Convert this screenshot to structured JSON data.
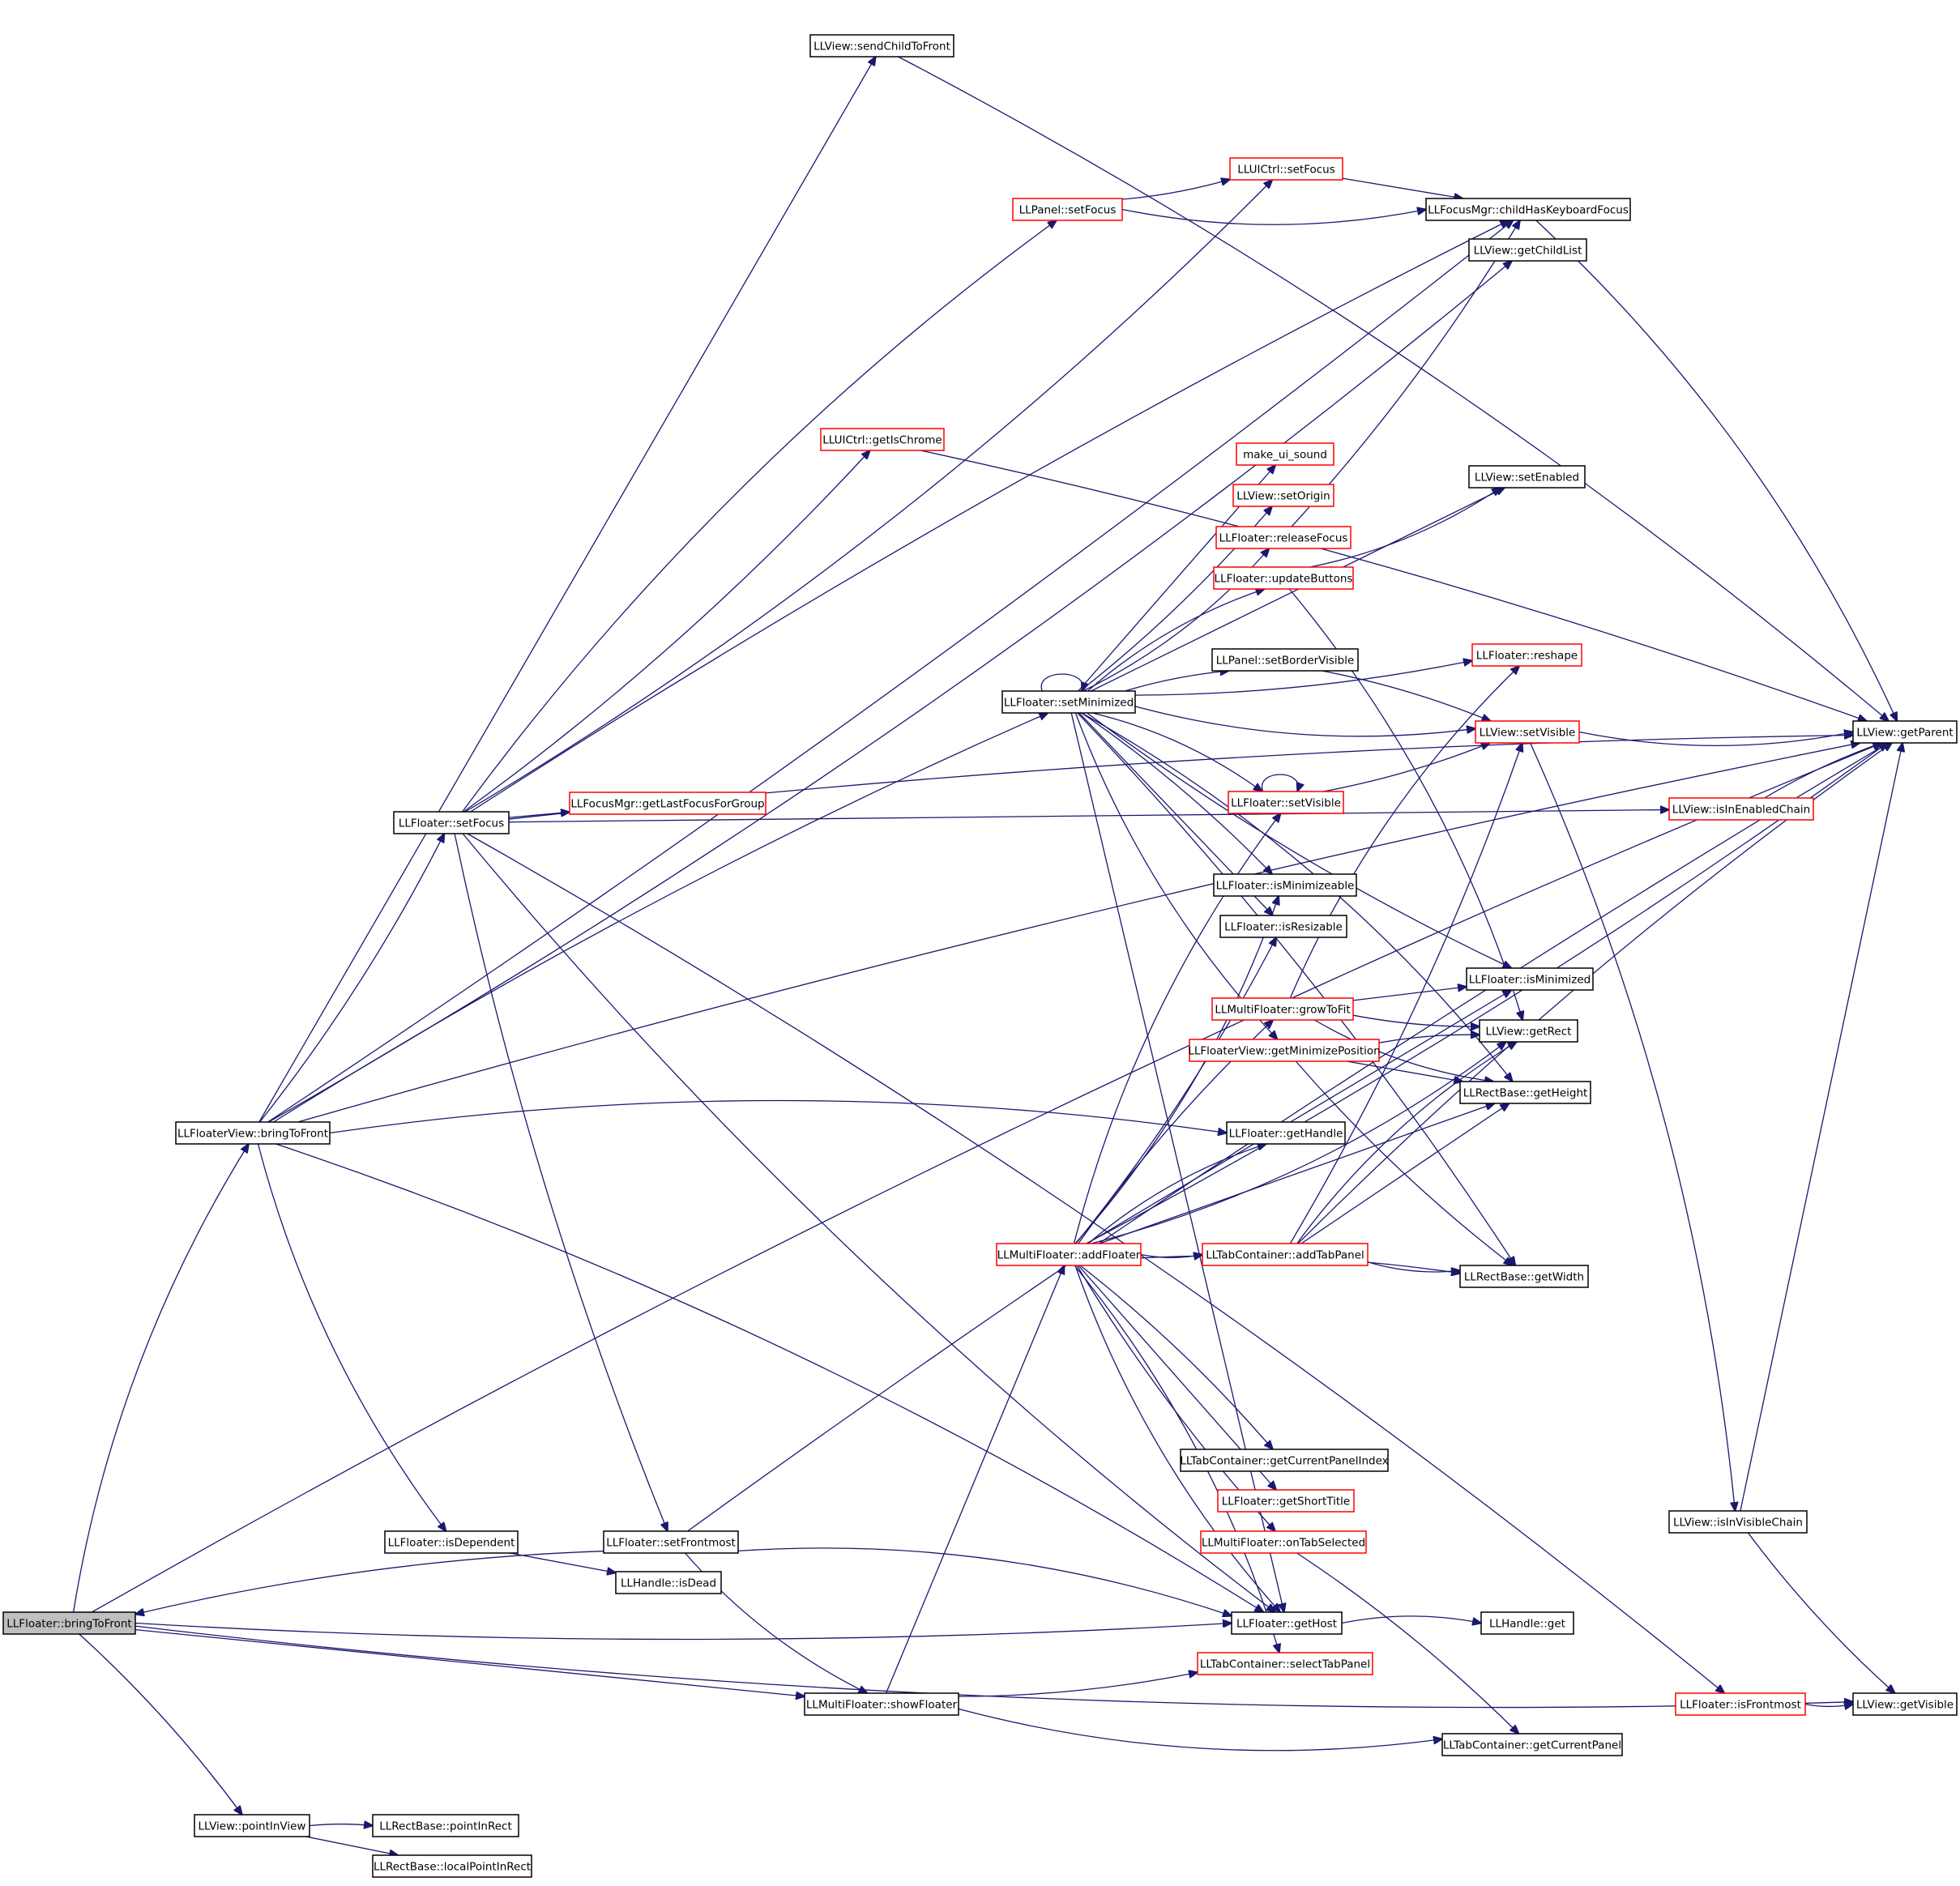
{
  "diagram": {
    "type": "call-graph",
    "colors": {
      "edge": "#191970",
      "box_default": "#000000",
      "box_red": "#ff0000",
      "box_root_fill": "#bfbfbf",
      "background": "#ffffff"
    },
    "nodes": [
      {
        "id": "root",
        "label": "LLFloater::bringToFront",
        "color": "root"
      },
      {
        "id": "fv_bring",
        "label": "LLFloaterView::bringToFront",
        "color": "black"
      },
      {
        "id": "pointInView",
        "label": "LLView::pointInView",
        "color": "black"
      },
      {
        "id": "pointInRect",
        "label": "LLRectBase::pointInRect",
        "color": "black"
      },
      {
        "id": "localPointInRect",
        "label": "LLRectBase::localPointInRect",
        "color": "black"
      },
      {
        "id": "setFocus",
        "label": "LLFloater::setFocus",
        "color": "black"
      },
      {
        "id": "isDependent",
        "label": "LLFloater::isDependent",
        "color": "black"
      },
      {
        "id": "setFrontmost",
        "label": "LLFloater::setFrontmost",
        "color": "black"
      },
      {
        "id": "handle_isDead",
        "label": "LLHandle::isDead",
        "color": "black"
      },
      {
        "id": "showFloater",
        "label": "LLMultiFloater::showFloater",
        "color": "black"
      },
      {
        "id": "sendChildToFront",
        "label": "LLView::sendChildToFront",
        "color": "black"
      },
      {
        "id": "getIsChrome",
        "label": "LLUICtrl::getIsChrome",
        "color": "red"
      },
      {
        "id": "getLastFocusForGroup",
        "label": "LLFocusMgr::getLastFocusForGroup",
        "color": "red"
      },
      {
        "id": "uictrl_setFocus",
        "label": "LLUICtrl::setFocus",
        "color": "red"
      },
      {
        "id": "panel_setFocus",
        "label": "LLPanel::setFocus",
        "color": "red"
      },
      {
        "id": "setMinimized",
        "label": "LLFloater::setMinimized",
        "color": "black"
      },
      {
        "id": "addFloater",
        "label": "LLMultiFloater::addFloater",
        "color": "red"
      },
      {
        "id": "make_ui_sound",
        "label": "make_ui_sound",
        "color": "red"
      },
      {
        "id": "setOrigin",
        "label": "LLView::setOrigin",
        "color": "red"
      },
      {
        "id": "releaseFocus",
        "label": "LLFloater::releaseFocus",
        "color": "red"
      },
      {
        "id": "updateButtons",
        "label": "LLFloater::updateButtons",
        "color": "red"
      },
      {
        "id": "setBorderVisible",
        "label": "LLPanel::setBorderVisible",
        "color": "black"
      },
      {
        "id": "fl_setVisible",
        "label": "LLFloater::setVisible",
        "color": "red"
      },
      {
        "id": "isMinimizeable",
        "label": "LLFloater::isMinimizeable",
        "color": "black"
      },
      {
        "id": "isResizable",
        "label": "LLFloater::isResizable",
        "color": "black"
      },
      {
        "id": "growToFit",
        "label": "LLMultiFloater::growToFit",
        "color": "red"
      },
      {
        "id": "getMinimizePosition",
        "label": "LLFloaterView::getMinimizePosition",
        "color": "red"
      },
      {
        "id": "getHandle",
        "label": "LLFloater::getHandle",
        "color": "black"
      },
      {
        "id": "addTabPanel",
        "label": "LLTabContainer::addTabPanel",
        "color": "red"
      },
      {
        "id": "getCurrentPanelIndex",
        "label": "LLTabContainer::getCurrentPanelIndex",
        "color": "black"
      },
      {
        "id": "getShortTitle",
        "label": "LLFloater::getShortTitle",
        "color": "red"
      },
      {
        "id": "onTabSelected",
        "label": "LLMultiFloater::onTabSelected",
        "color": "red"
      },
      {
        "id": "getHost",
        "label": "LLFloater::getHost",
        "color": "black"
      },
      {
        "id": "selectTabPanel",
        "label": "LLTabContainer::selectTabPanel",
        "color": "red"
      },
      {
        "id": "childHasKeyboardFocus",
        "label": "LLFocusMgr::childHasKeyboardFocus",
        "color": "black"
      },
      {
        "id": "getChildList",
        "label": "LLView::getChildList",
        "color": "black"
      },
      {
        "id": "setEnabled",
        "label": "LLView::setEnabled",
        "color": "black"
      },
      {
        "id": "reshape",
        "label": "LLFloater::reshape",
        "color": "red"
      },
      {
        "id": "view_setVisible",
        "label": "LLView::setVisible",
        "color": "red"
      },
      {
        "id": "isInEnabledChain",
        "label": "LLView::isInEnabledChain",
        "color": "red"
      },
      {
        "id": "isMinimized",
        "label": "LLFloater::isMinimized",
        "color": "black"
      },
      {
        "id": "getRect",
        "label": "LLView::getRect",
        "color": "black"
      },
      {
        "id": "getHeight",
        "label": "LLRectBase::getHeight",
        "color": "black"
      },
      {
        "id": "getWidth",
        "label": "LLRectBase::getWidth",
        "color": "black"
      },
      {
        "id": "isInVisibleChain",
        "label": "LLView::isInVisibleChain",
        "color": "black"
      },
      {
        "id": "handle_get",
        "label": "LLHandle::get",
        "color": "black"
      },
      {
        "id": "isFrontmost",
        "label": "LLFloater::isFrontmost",
        "color": "red"
      },
      {
        "id": "getVisible",
        "label": "LLView::getVisible",
        "color": "black"
      },
      {
        "id": "getCurrentPanel",
        "label": "LLTabContainer::getCurrentPanel",
        "color": "black"
      },
      {
        "id": "getParent",
        "label": "LLView::getParent",
        "color": "black"
      }
    ],
    "edges": [
      [
        "root",
        "fv_bring"
      ],
      [
        "root",
        "pointInView"
      ],
      [
        "root",
        "showFloater"
      ],
      [
        "root",
        "getHost"
      ],
      [
        "root",
        "getVisible"
      ],
      [
        "root",
        "getParent"
      ],
      [
        "pointInView",
        "pointInRect"
      ],
      [
        "pointInView",
        "localPointInRect"
      ],
      [
        "fv_bring",
        "setFocus"
      ],
      [
        "fv_bring",
        "isDependent"
      ],
      [
        "fv_bring",
        "getHost"
      ],
      [
        "fv_bring",
        "setMinimized"
      ],
      [
        "fv_bring",
        "sendChildToFront"
      ],
      [
        "fv_bring",
        "childHasKeyboardFocus"
      ],
      [
        "fv_bring",
        "getChildList"
      ],
      [
        "fv_bring",
        "getHandle"
      ],
      [
        "fv_bring",
        "getParent"
      ],
      [
        "setFocus",
        "getLastFocusForGroup"
      ],
      [
        "setFocus",
        "getIsChrome"
      ],
      [
        "setFocus",
        "uictrl_setFocus"
      ],
      [
        "setFocus",
        "panel_setFocus"
      ],
      [
        "setFocus",
        "childHasKeyboardFocus"
      ],
      [
        "setFocus",
        "isInEnabledChain"
      ],
      [
        "setFocus",
        "setFrontmost"
      ],
      [
        "setFocus",
        "getHost"
      ],
      [
        "setFocus",
        "isFrontmost"
      ],
      [
        "setFocus",
        "getParent"
      ],
      [
        "isDependent",
        "handle_isDead"
      ],
      [
        "setFrontmost",
        "root"
      ],
      [
        "setFrontmost",
        "showFloater"
      ],
      [
        "setFrontmost",
        "getHost"
      ],
      [
        "setFrontmost",
        "getParent"
      ],
      [
        "showFloater",
        "addFloater"
      ],
      [
        "showFloater",
        "selectTabPanel"
      ],
      [
        "showFloater",
        "getCurrentPanel"
      ],
      [
        "sendChildToFront",
        "getParent"
      ],
      [
        "getIsChrome",
        "getParent"
      ],
      [
        "uictrl_setFocus",
        "childHasKeyboardFocus"
      ],
      [
        "panel_setFocus",
        "uictrl_setFocus"
      ],
      [
        "panel_setFocus",
        "childHasKeyboardFocus"
      ],
      [
        "childHasKeyboardFocus",
        "getParent"
      ],
      [
        "setMinimized",
        "setMinimized"
      ],
      [
        "setMinimized",
        "make_ui_sound"
      ],
      [
        "setMinimized",
        "setOrigin"
      ],
      [
        "setMinimized",
        "releaseFocus"
      ],
      [
        "setMinimized",
        "updateButtons"
      ],
      [
        "setMinimized",
        "setBorderVisible"
      ],
      [
        "setMinimized",
        "setEnabled"
      ],
      [
        "setMinimized",
        "reshape"
      ],
      [
        "setMinimized",
        "view_setVisible"
      ],
      [
        "setMinimized",
        "fl_setVisible"
      ],
      [
        "setMinimized",
        "isMinimizeable"
      ],
      [
        "setMinimized",
        "isResizable"
      ],
      [
        "setMinimized",
        "isMinimized"
      ],
      [
        "setMinimized",
        "getMinimizePosition"
      ],
      [
        "setMinimized",
        "getHeight"
      ],
      [
        "setMinimized",
        "getWidth"
      ],
      [
        "setMinimized",
        "getHost"
      ],
      [
        "releaseFocus",
        "childHasKeyboardFocus"
      ],
      [
        "updateButtons",
        "setEnabled"
      ],
      [
        "updateButtons",
        "getRect"
      ],
      [
        "setBorderVisible",
        "view_setVisible"
      ],
      [
        "fl_setVisible",
        "fl_setVisible"
      ],
      [
        "fl_setVisible",
        "view_setVisible"
      ],
      [
        "view_setVisible",
        "getParent"
      ],
      [
        "view_setVisible",
        "isInVisibleChain"
      ],
      [
        "isInEnabledChain",
        "getParent"
      ],
      [
        "isInVisibleChain",
        "getParent"
      ],
      [
        "isInVisibleChain",
        "getVisible"
      ],
      [
        "isFrontmost",
        "getVisible"
      ],
      [
        "getHost",
        "handle_get"
      ],
      [
        "onTabSelected",
        "getCurrentPanel"
      ],
      [
        "growToFit",
        "isMinimized"
      ],
      [
        "growToFit",
        "getRect"
      ],
      [
        "growToFit",
        "getHeight"
      ],
      [
        "growToFit",
        "reshape"
      ],
      [
        "getMinimizePosition",
        "getRect"
      ],
      [
        "getMinimizePosition",
        "getHeight"
      ],
      [
        "getMinimizePosition",
        "getWidth"
      ],
      [
        "addTabPanel",
        "getWidth"
      ],
      [
        "addTabPanel",
        "getRect"
      ],
      [
        "addTabPanel",
        "getParent"
      ],
      [
        "addTabPanel",
        "getHeight"
      ],
      [
        "addTabPanel",
        "view_setVisible"
      ],
      [
        "addFloater",
        "addTabPanel"
      ],
      [
        "addFloater",
        "getHandle"
      ],
      [
        "addFloater",
        "getCurrentPanelIndex"
      ],
      [
        "addFloater",
        "getShortTitle"
      ],
      [
        "addFloater",
        "onTabSelected"
      ],
      [
        "addFloater",
        "getHost"
      ],
      [
        "addFloater",
        "selectTabPanel"
      ],
      [
        "addFloater",
        "growToFit"
      ],
      [
        "addFloater",
        "isMinimized"
      ],
      [
        "addFloater",
        "isResizable"
      ],
      [
        "addFloater",
        "isMinimizeable"
      ],
      [
        "addFloater",
        "fl_setVisible"
      ],
      [
        "addFloater",
        "getWidth"
      ],
      [
        "addFloater",
        "getHeight"
      ],
      [
        "addFloater",
        "getParent"
      ],
      [
        "addFloater",
        "getRect"
      ]
    ]
  }
}
